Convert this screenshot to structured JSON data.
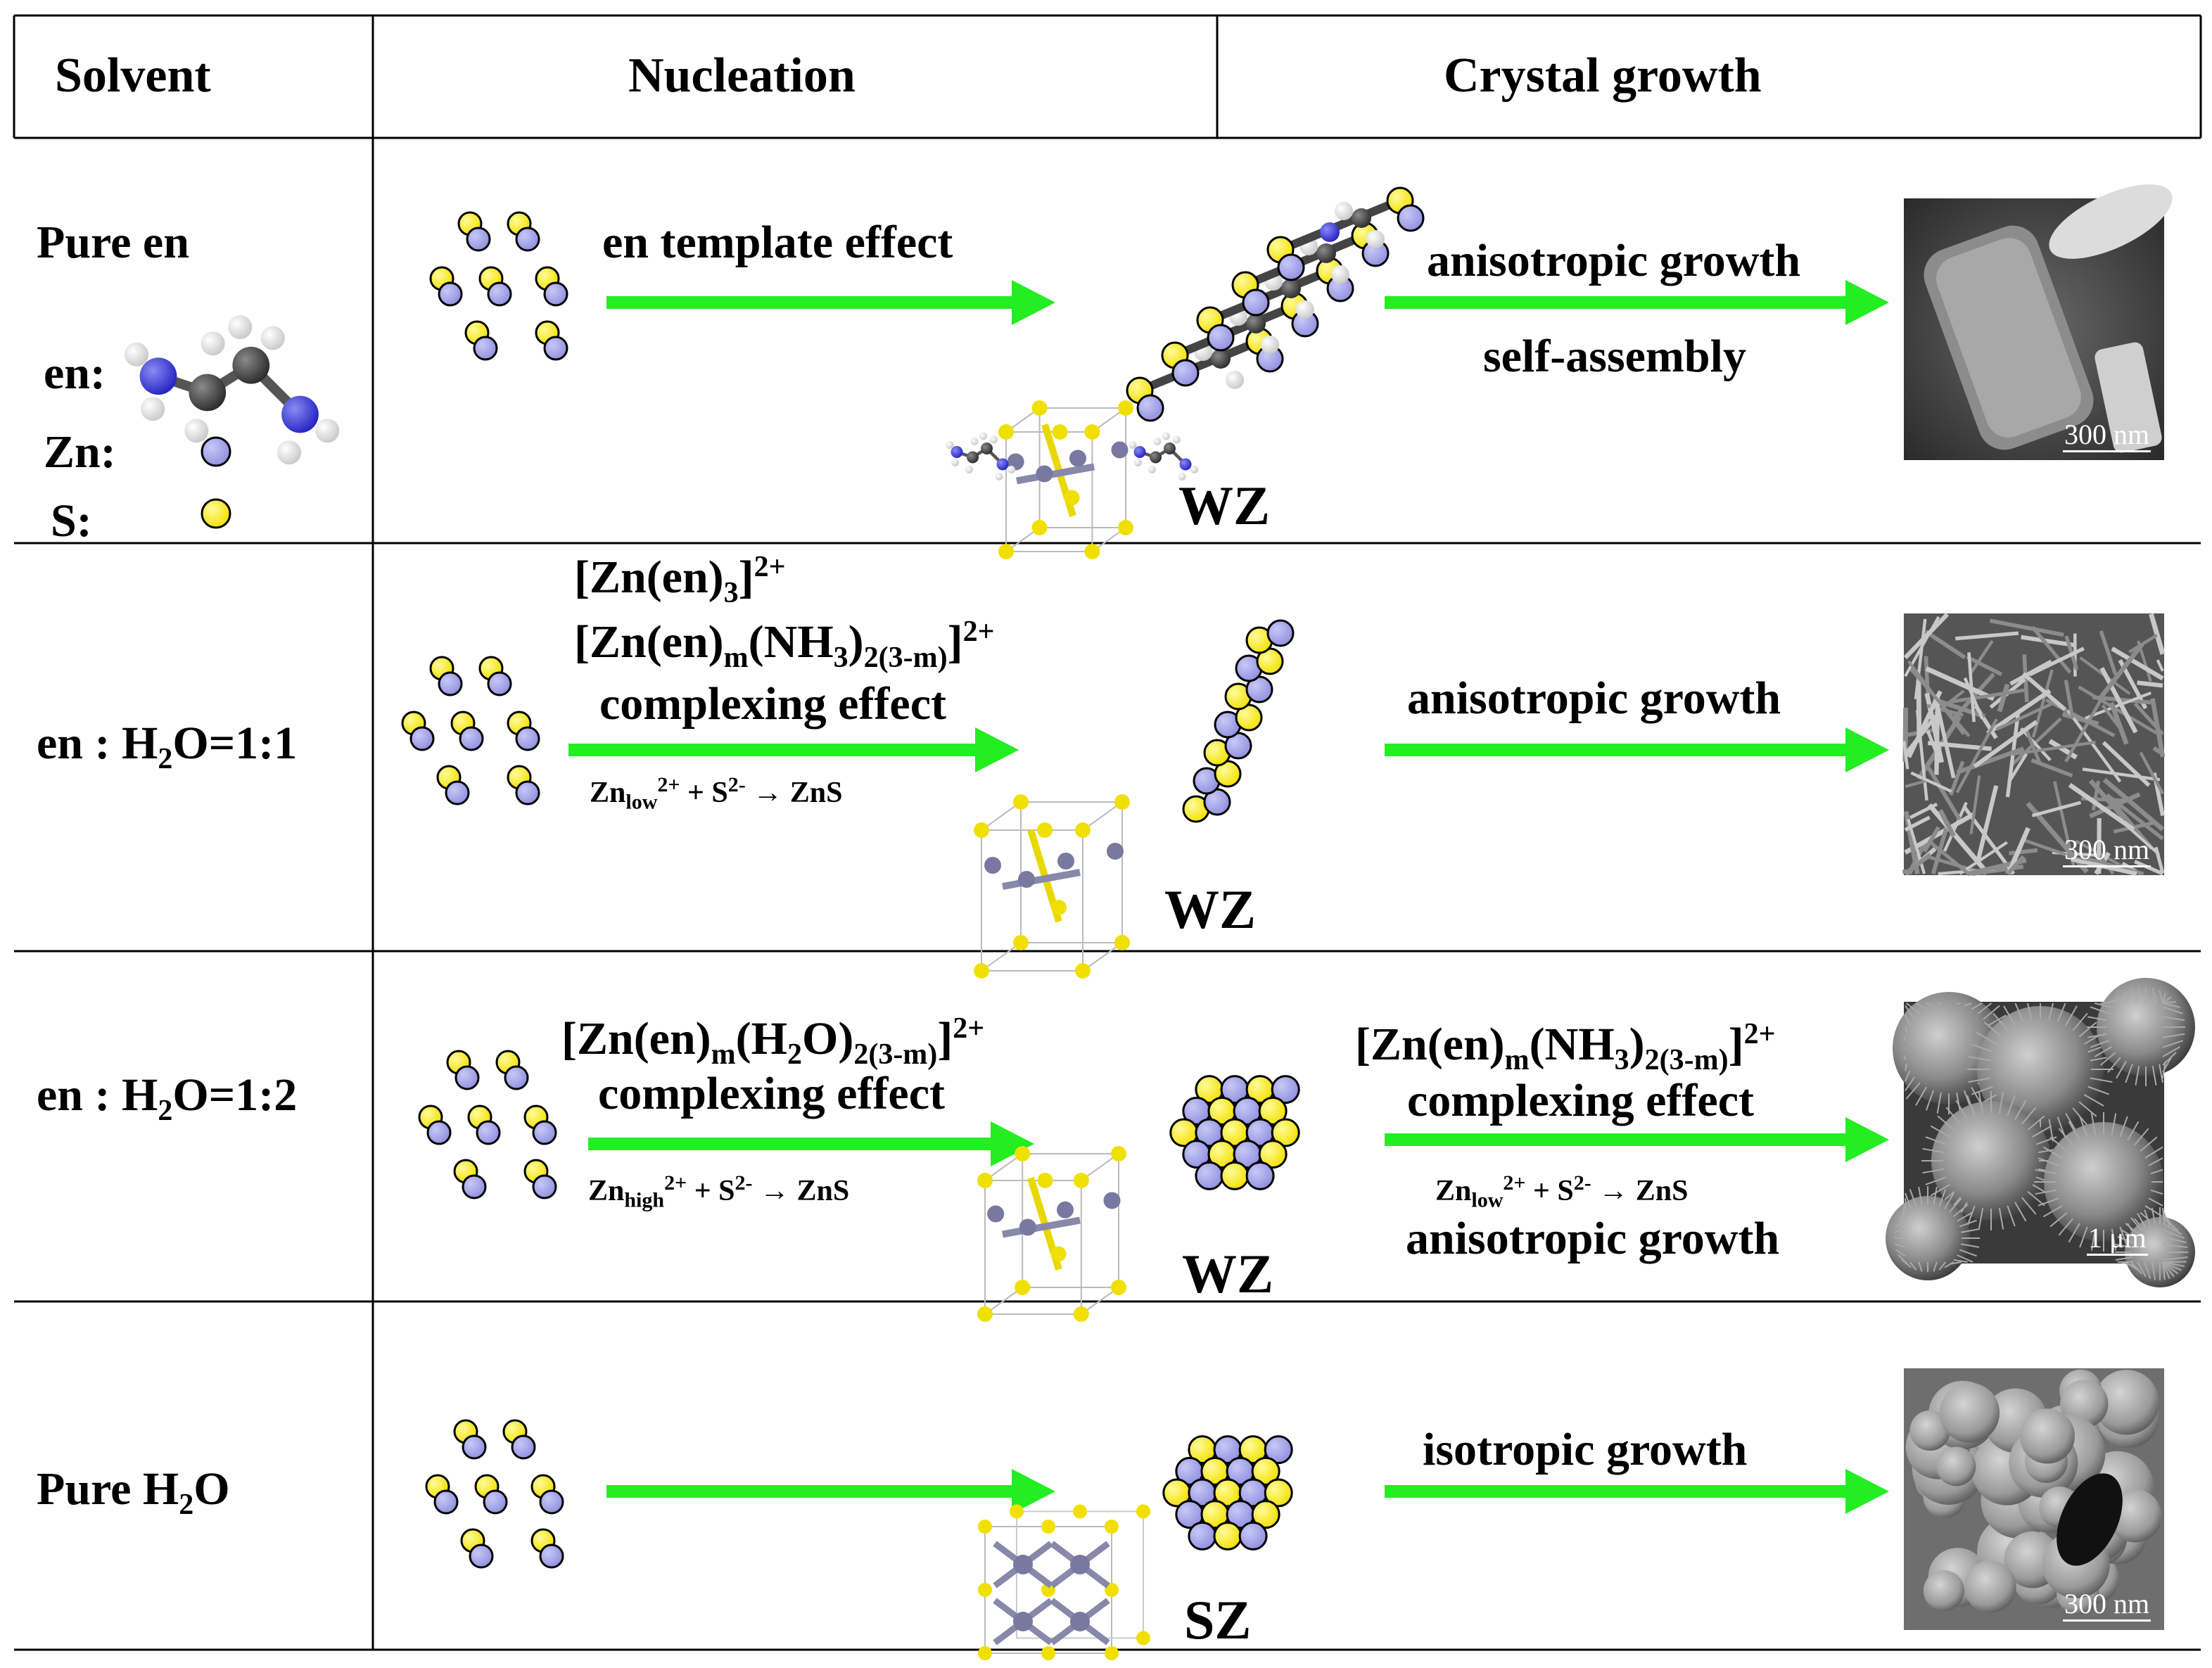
{
  "header": {
    "col1": "Solvent",
    "col2": "Nucleation",
    "col3": "Crystal growth"
  },
  "rows": [
    {
      "solvent": "Pure en",
      "legend": {
        "en": "en:",
        "zn": "Zn:",
        "s": "S:"
      },
      "nucleation_label": "en template effect",
      "phase": "WZ",
      "growth_label_1": "anisotropic growth",
      "growth_label_2": "self-assembly",
      "scale": "300 nm"
    },
    {
      "solvent": "en : H",
      "solvent_sub": "2",
      "solvent_tail": "O=1:1",
      "complex_1_a": "[Zn(en)",
      "complex_1_sub": "3",
      "complex_1_b": "]",
      "complex_1_sup": "2+",
      "complex_2_a": "[Zn(en)",
      "complex_2_sub1": "m",
      "complex_2_b": "(NH",
      "complex_2_sub2": "3",
      "complex_2_c": ")",
      "complex_2_sub3": "2(3-m)",
      "complex_2_d": "]",
      "complex_2_sup": "2+",
      "nucleation_label": "complexing effect",
      "reaction_a": "Zn",
      "reaction_sub": "low",
      "reaction_sup": "2+",
      "reaction_b": " + S",
      "reaction_sup2": "2-",
      "reaction_c": " → ZnS",
      "phase": "WZ",
      "growth_label_1": "anisotropic growth",
      "scale": "300 nm"
    },
    {
      "solvent": "en : H",
      "solvent_sub": "2",
      "solvent_tail": "O=1:2",
      "complex_a": "[Zn(en)",
      "complex_sub1": "m",
      "complex_b": "(H",
      "complex_sub2": "2",
      "complex_c": "O)",
      "complex_sub3": "2(3-m)",
      "complex_d": "]",
      "complex_sup": "2+",
      "nucleation_label": "complexing effect",
      "reaction_a": "Zn",
      "reaction_sub": "high",
      "reaction_sup": "2+",
      "reaction_b": " + S",
      "reaction_sup2": "2-",
      "reaction_c": " → ZnS",
      "phase": "WZ",
      "growth_complex_a": "[Zn(en)",
      "growth_complex_sub1": "m",
      "growth_complex_b": "(NH",
      "growth_complex_sub2": "3",
      "growth_complex_c": ")",
      "growth_complex_sub3": "2(3-m)",
      "growth_complex_d": "]",
      "growth_complex_sup": "2+",
      "growth_label_1": "complexing effect",
      "growth_reaction_a": "Zn",
      "growth_reaction_sub": "low",
      "growth_reaction_sup": "2+",
      "growth_reaction_b": " + S",
      "growth_reaction_sup2": "2-",
      "growth_reaction_c": " → ZnS",
      "growth_label_2": "anisotropic  growth",
      "scale": "1 μm"
    },
    {
      "solvent": "Pure H",
      "solvent_sub": "2",
      "solvent_tail": "O",
      "phase": "SZ",
      "growth_label_1": "isotropic  growth",
      "scale": "300 nm"
    }
  ],
  "colors": {
    "arrow": "#22ee22",
    "zn_atom": "#9a9ae6",
    "s_atom": "#ffee00",
    "n_atom": "#3a3ad8",
    "c_atom": "#444444",
    "h_atom": "#f2f2f2"
  }
}
